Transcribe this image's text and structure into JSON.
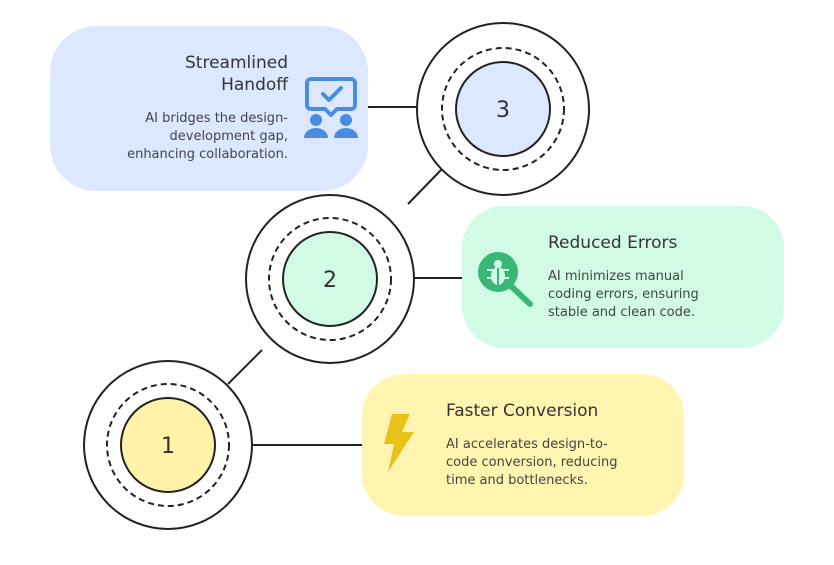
{
  "steps": [
    {
      "number": "3",
      "title": "Streamlined\nHandoff",
      "title_line1": "Streamlined",
      "title_line2": "Handoff",
      "desc_line1": "AI bridges the design-",
      "desc_line2": "development gap,",
      "desc_line3": "enhancing collaboration.",
      "icon": "chat-users-icon",
      "color": "#dbe8ff",
      "circle_fill": "#dbe8ff"
    },
    {
      "number": "2",
      "title_line1": "Reduced Errors",
      "desc_line1": "AI minimizes manual",
      "desc_line2": "coding errors, ensuring",
      "desc_line3": "stable and clean code.",
      "icon": "bug-search-icon",
      "color": "#d2fbe6",
      "circle_fill": "#d2fbe6"
    },
    {
      "number": "1",
      "title_line1": "Faster Conversion",
      "desc_line1": "AI accelerates design-to-",
      "desc_line2": "code conversion, reducing",
      "desc_line3": "time and bottlenecks.",
      "icon": "lightning-icon",
      "color": "#fff5b0",
      "circle_fill": "#fff3aa"
    }
  ],
  "colors": {
    "stroke": "#222222",
    "blue_icon": "#4a8de0",
    "green_icon": "#3ab776",
    "yellow_icon": "#e8c21a"
  }
}
